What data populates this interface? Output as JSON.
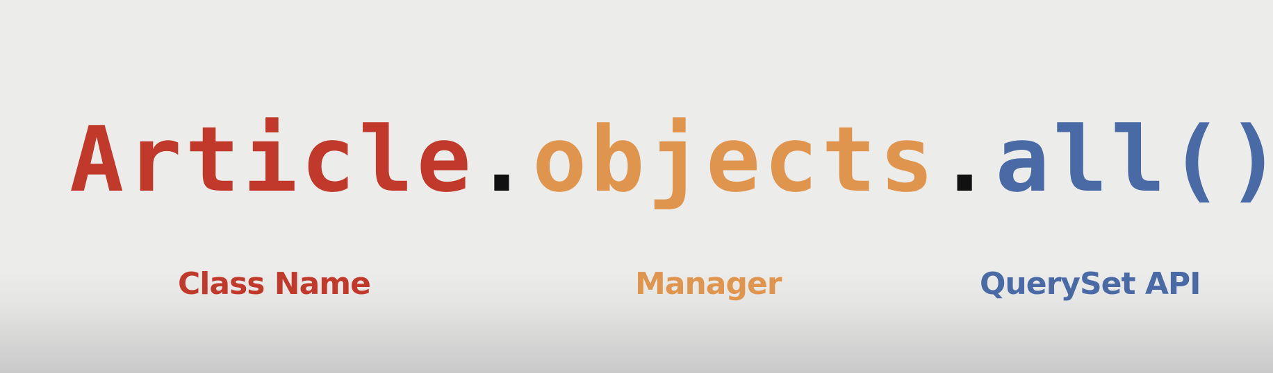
{
  "code": {
    "class_name": "Article",
    "separator_1": ".",
    "manager": "objects",
    "separator_2": ".",
    "queryset_method": "all()"
  },
  "labels": {
    "class_name": "Class Name",
    "manager": "Manager",
    "queryset_api": "QuerySet API"
  },
  "colors": {
    "class_name": "#c0392b",
    "manager": "#e0954f",
    "queryset_api": "#4a6aa5",
    "separator": "#111111",
    "background": "#ececeb"
  }
}
